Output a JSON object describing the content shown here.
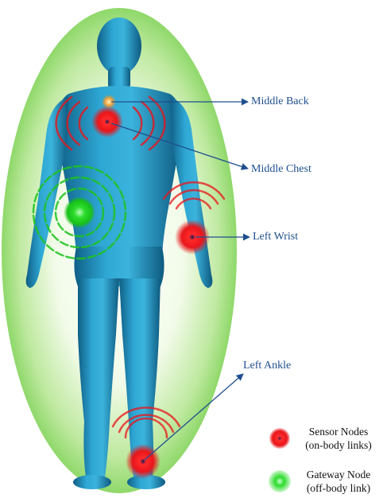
{
  "labels": {
    "middle_back": "Middle Back",
    "middle_chest": "Middle Chest",
    "left_wrist": "Left Wrist",
    "left_ankle": "Left Ankle"
  },
  "legend": {
    "sensor_title": "Sensor Nodes",
    "sensor_sub": "(on-body links)",
    "gateway_title": "Gateway Node",
    "gateway_sub": "(off-body link)"
  },
  "colors": {
    "sensor": "#e8161b",
    "gateway": "#1ed51e",
    "body": "#2a9bc9",
    "aura": "#8fd86a",
    "arrow": "#1f4f8f"
  }
}
